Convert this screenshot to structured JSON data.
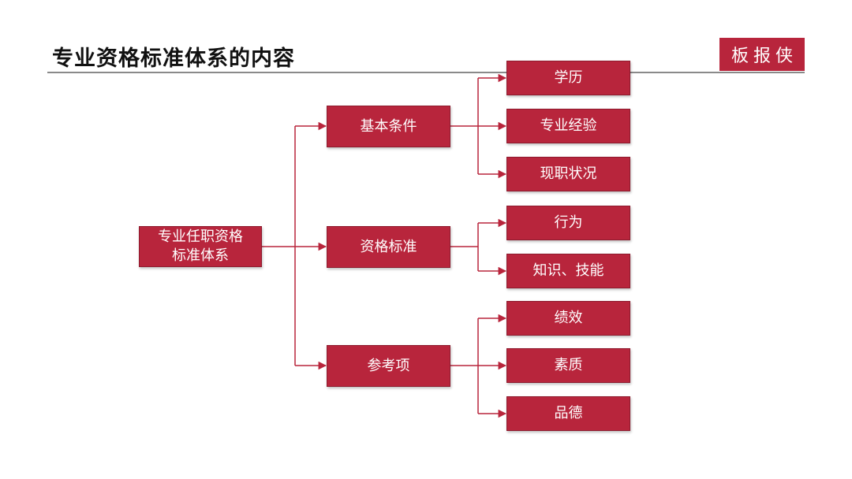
{
  "header": {
    "title": "专业资格标准体系的内容",
    "brand": "板报侠"
  },
  "diagram": {
    "root": "专业任职资格\n标准体系",
    "branches": [
      {
        "label": "基本条件",
        "children": [
          "学历",
          "专业经验",
          "现职状况"
        ]
      },
      {
        "label": "资格标准",
        "children": [
          "行为",
          "知识、技能"
        ]
      },
      {
        "label": "参考项",
        "children": [
          "绩效",
          "素质",
          "品德"
        ]
      }
    ]
  },
  "colors": {
    "node_fill": "#b8253c",
    "connector": "#b8253c"
  }
}
